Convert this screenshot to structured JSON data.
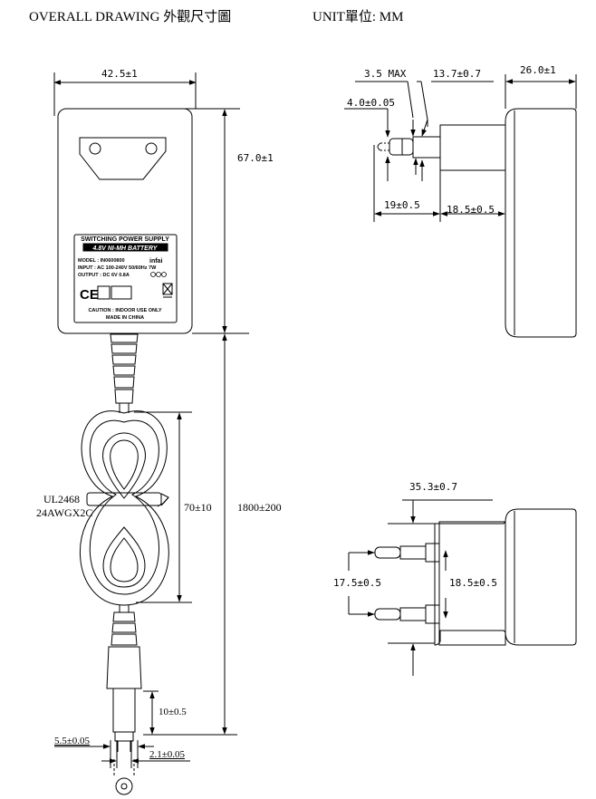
{
  "header": {
    "title": "OVERALL DRAWING 外觀尺寸圖",
    "unit": "UNIT單位: MM"
  },
  "front_view": {
    "width_dim": "42.5±1",
    "height_dim": "67.0±1",
    "cable_length_dim": "1800±200",
    "coil_dim": "70±10",
    "cable_spec_line1": "UL2468",
    "cable_spec_line2": "24AWGX2C",
    "plug_length_dim": "10±0.5",
    "plug_outer_dim": "5.5±0.05",
    "plug_inner_dim": "2.1±0.05"
  },
  "label": {
    "line1": "SWITCHING POWER SUPPLY",
    "line2": "4.8V NI-MH BATTERY",
    "model": "MODEL : IN0600800",
    "input": "INPUT : AC 100-240V 50/60Hz 7W",
    "output": "OUTPUT : DC 6V 0.8A",
    "brand": "infai",
    "ce_mark": "CE",
    "caution": "CAUTION : INDOOR USE ONLY",
    "origin": "MADE IN CHINA"
  },
  "side_view": {
    "max_dim": "3.5 MAX",
    "pin_pos_dim": "13.7±0.7",
    "body_depth_dim": "26.0±1",
    "pin_dia_dim": "4.0±0.05",
    "pin_tip_dim": "19±0.5",
    "pin_base_dim": "18.5±0.5"
  },
  "top_view": {
    "width_dim": "35.3±0.7",
    "pin_spacing_dim": "17.5±0.5",
    "pin_len_dim": "18.5±0.5"
  }
}
